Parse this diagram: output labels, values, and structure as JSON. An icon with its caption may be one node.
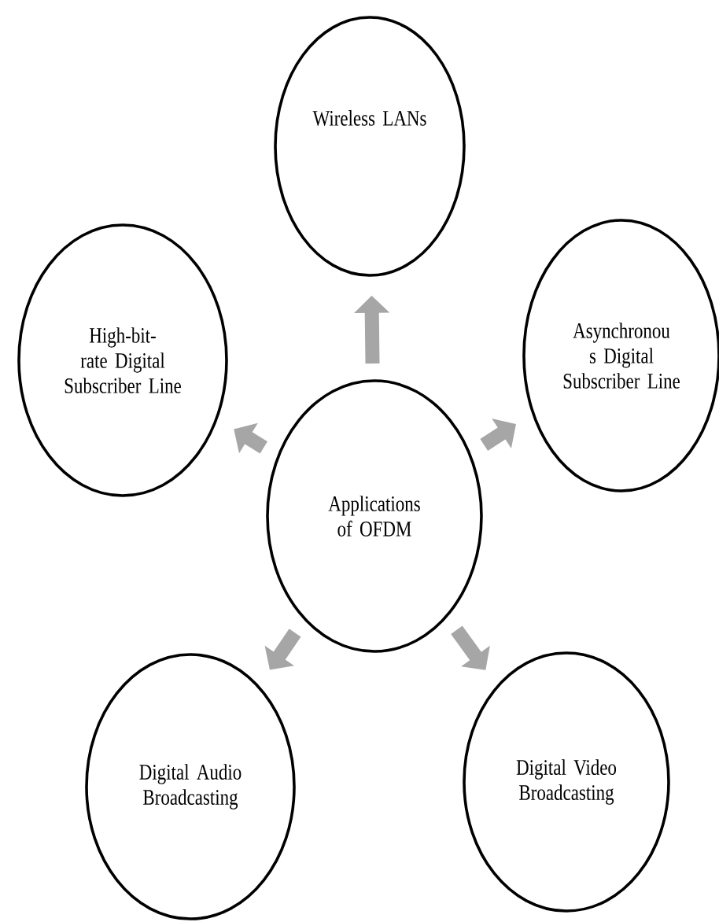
{
  "diagram": {
    "nodes": [
      {
        "text": [
          "Wireless LANs"
        ]
      },
      {
        "text": [
          "High-bit-rate Digital Subscriber Line"
        ]
      },
      {
        "text": [
          "Asynchronou s Digital Subscriber Line"
        ]
      },
      {
        "text": [
          "Applications of OFDM"
        ]
      },
      {
        "text": [
          "Digital Audio Broadcasting"
        ]
      },
      {
        "text": [
          "Digital Video Broadcasting"
        ]
      }
    ],
    "edges": [
      {
        "from": 3,
        "to": 0,
        "arrow": "to"
      },
      {
        "from": 3,
        "to": 1,
        "arrow": "to"
      },
      {
        "from": 3,
        "to": 2,
        "arrow": "to"
      },
      {
        "from": 3,
        "to": 4,
        "arrow": "to"
      },
      {
        "from": 3,
        "to": 5,
        "arrow": "to"
      }
    ]
  }
}
